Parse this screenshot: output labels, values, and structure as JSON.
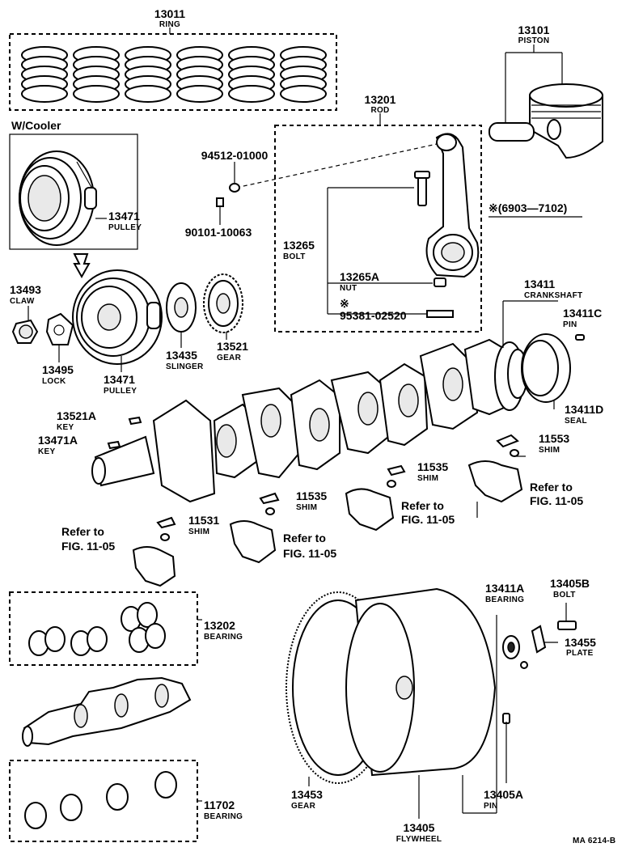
{
  "parts": {
    "ring": {
      "number": "13011",
      "name": "RING"
    },
    "piston": {
      "number": "13101",
      "name": "PISTON"
    },
    "cooler_note": "W/Cooler",
    "rod": {
      "number": "13201",
      "name": "ROD"
    },
    "p94512": {
      "number": "94512-01000"
    },
    "p90101": {
      "number": "90101-10063"
    },
    "pulley_cooler": {
      "number": "13471",
      "name": "PULLEY"
    },
    "date_range": "※(6903—7102)",
    "rod_bolt": {
      "number": "13265",
      "name": "BOLT"
    },
    "rod_nut": {
      "number": "13265A",
      "name": "NUT"
    },
    "p95381": {
      "mark": "※",
      "number": "95381-02520"
    },
    "crankshaft": {
      "number": "13411",
      "name": "CRANKSHAFT"
    },
    "claw": {
      "number": "13493",
      "name": "CLAW"
    },
    "pin_c": {
      "number": "13411C",
      "name": "PIN"
    },
    "lock": {
      "number": "13495",
      "name": "LOCK"
    },
    "pulley": {
      "number": "13471",
      "name": "PULLEY"
    },
    "slinger": {
      "number": "13435",
      "name": "SLINGER"
    },
    "gear_crank": {
      "number": "13521",
      "name": "GEAR"
    },
    "seal": {
      "number": "13411D",
      "name": "SEAL"
    },
    "key_a": {
      "number": "13521A",
      "name": "KEY"
    },
    "key_b": {
      "number": "13471A",
      "name": "KEY"
    },
    "shim_11553": {
      "number": "11553",
      "name": "SHIM"
    },
    "shim_11535a": {
      "number": "11535",
      "name": "SHIM"
    },
    "shim_11535b": {
      "number": "11535",
      "name": "SHIM"
    },
    "shim_11531": {
      "number": "11531",
      "name": "SHIM"
    },
    "rod_bearing": {
      "number": "13202",
      "name": "BEARING"
    },
    "main_bearing": {
      "number": "11702",
      "name": "BEARING"
    },
    "bearing_a": {
      "number": "13411A",
      "name": "BEARING"
    },
    "bolt_b": {
      "number": "13405B",
      "name": "BOLT"
    },
    "plate": {
      "number": "13455",
      "name": "PLATE"
    },
    "ring_gear": {
      "number": "13453",
      "name": "GEAR"
    },
    "pin_a": {
      "number": "13405A",
      "name": "PIN"
    },
    "flywheel": {
      "number": "13405",
      "name": "FLYWHEEL"
    }
  },
  "references": {
    "refer_line1": "Refer to",
    "refer_line2": "FIG. 11-05"
  },
  "footer": {
    "code": "MA 6214-B"
  }
}
